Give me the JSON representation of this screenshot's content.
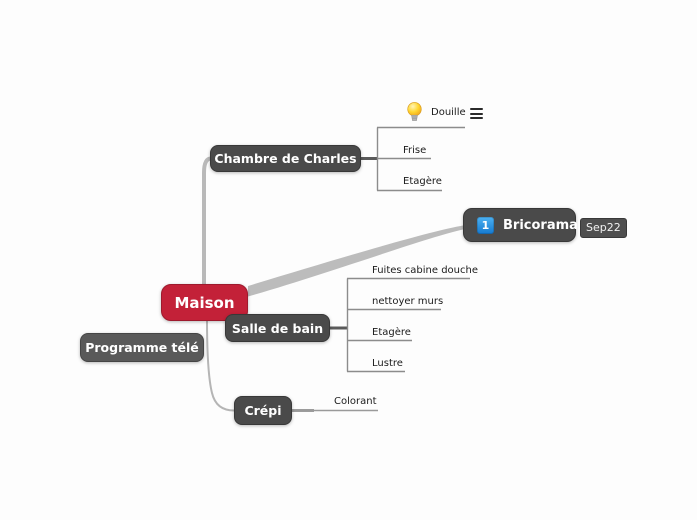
{
  "app": {
    "kind": "mind-map"
  },
  "colors": {
    "background": "#fdfdfd",
    "root_node": "#c32138",
    "dark_node": "#4a4a4a",
    "floating_node": "#595959",
    "number_icon_blue": "#1f8ad9",
    "branch_line": "#bcbcbc",
    "bracket_line": "#8c8c8c",
    "connector_dark": "#5a5a5a"
  },
  "nodes": {
    "maison": {
      "label": "Maison"
    },
    "chambre": {
      "label": "Chambre de Charles"
    },
    "bricorama": {
      "label": "Bricorama",
      "icon_number": "1",
      "badge": "Sep22"
    },
    "salle": {
      "label": "Salle de bain"
    },
    "crepi": {
      "label": "Crépi"
    },
    "programme": {
      "label": "Programme télé"
    }
  },
  "children": {
    "chambre": [
      {
        "label": "Douille",
        "icon": "lightbulb-icon",
        "menu": "hamburger-menu-icon"
      },
      {
        "label": "Frise"
      },
      {
        "label": "Etagère"
      }
    ],
    "salle": [
      {
        "label": "Fuites cabine douche"
      },
      {
        "label": "nettoyer murs"
      },
      {
        "label": "Etagère"
      },
      {
        "label": "Lustre"
      }
    ],
    "crepi": [
      {
        "label": "Colorant"
      }
    ]
  }
}
